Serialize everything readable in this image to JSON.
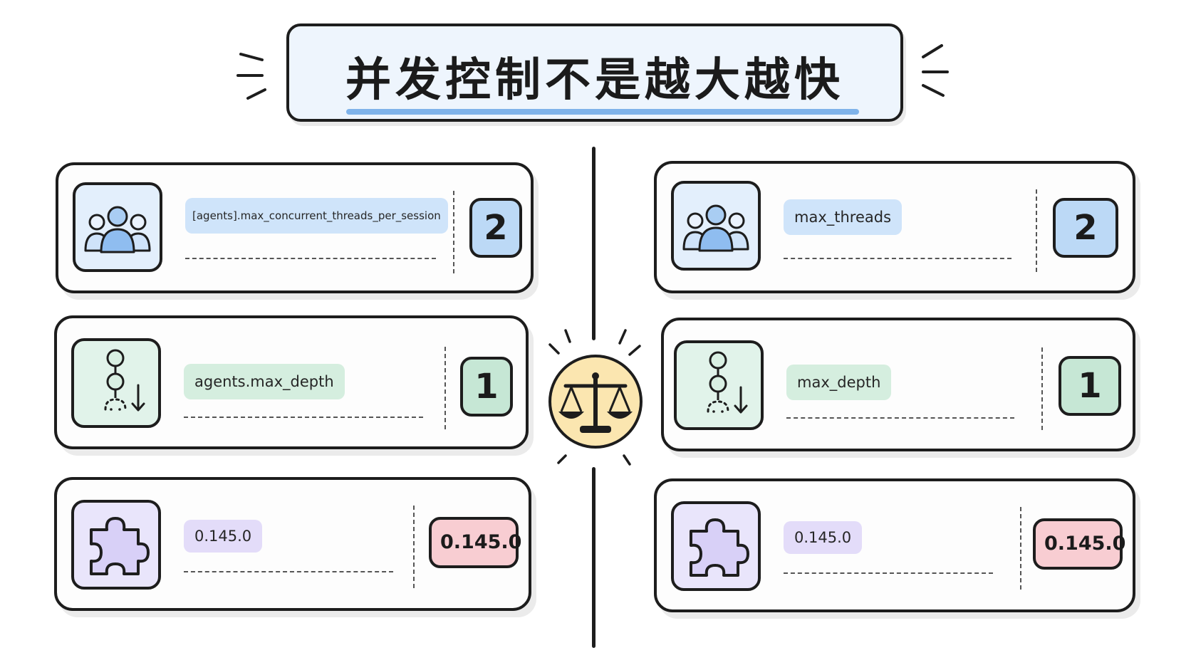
{
  "title": "并发控制不是越大越快",
  "left_column": {
    "rows": [
      {
        "key": "[agents].max_concurrent_threads_per_session",
        "value": "2"
      },
      {
        "key": "agents.max_depth",
        "value": "1"
      },
      {
        "key": "0.145.0",
        "value": "0.145.0"
      }
    ]
  },
  "right_column": {
    "rows": [
      {
        "key": "max_threads",
        "value": "2"
      },
      {
        "key": "max_depth",
        "value": "1"
      },
      {
        "key": "0.145.0",
        "value": "0.145.0"
      }
    ]
  },
  "icons": {
    "row1": "people-group-icon",
    "row2": "depth-tree-icon",
    "row3": "puzzle-piece-icon",
    "center": "balance-scale-icon"
  },
  "colors": {
    "blue_accent": "#cfe4fa",
    "green_accent": "#d5eedf",
    "purple_accent": "#e3dcf9",
    "red_badge": "#f8cdd2",
    "scale_circle": "#fbe6b0",
    "title_underline": "#7fb3ea"
  }
}
